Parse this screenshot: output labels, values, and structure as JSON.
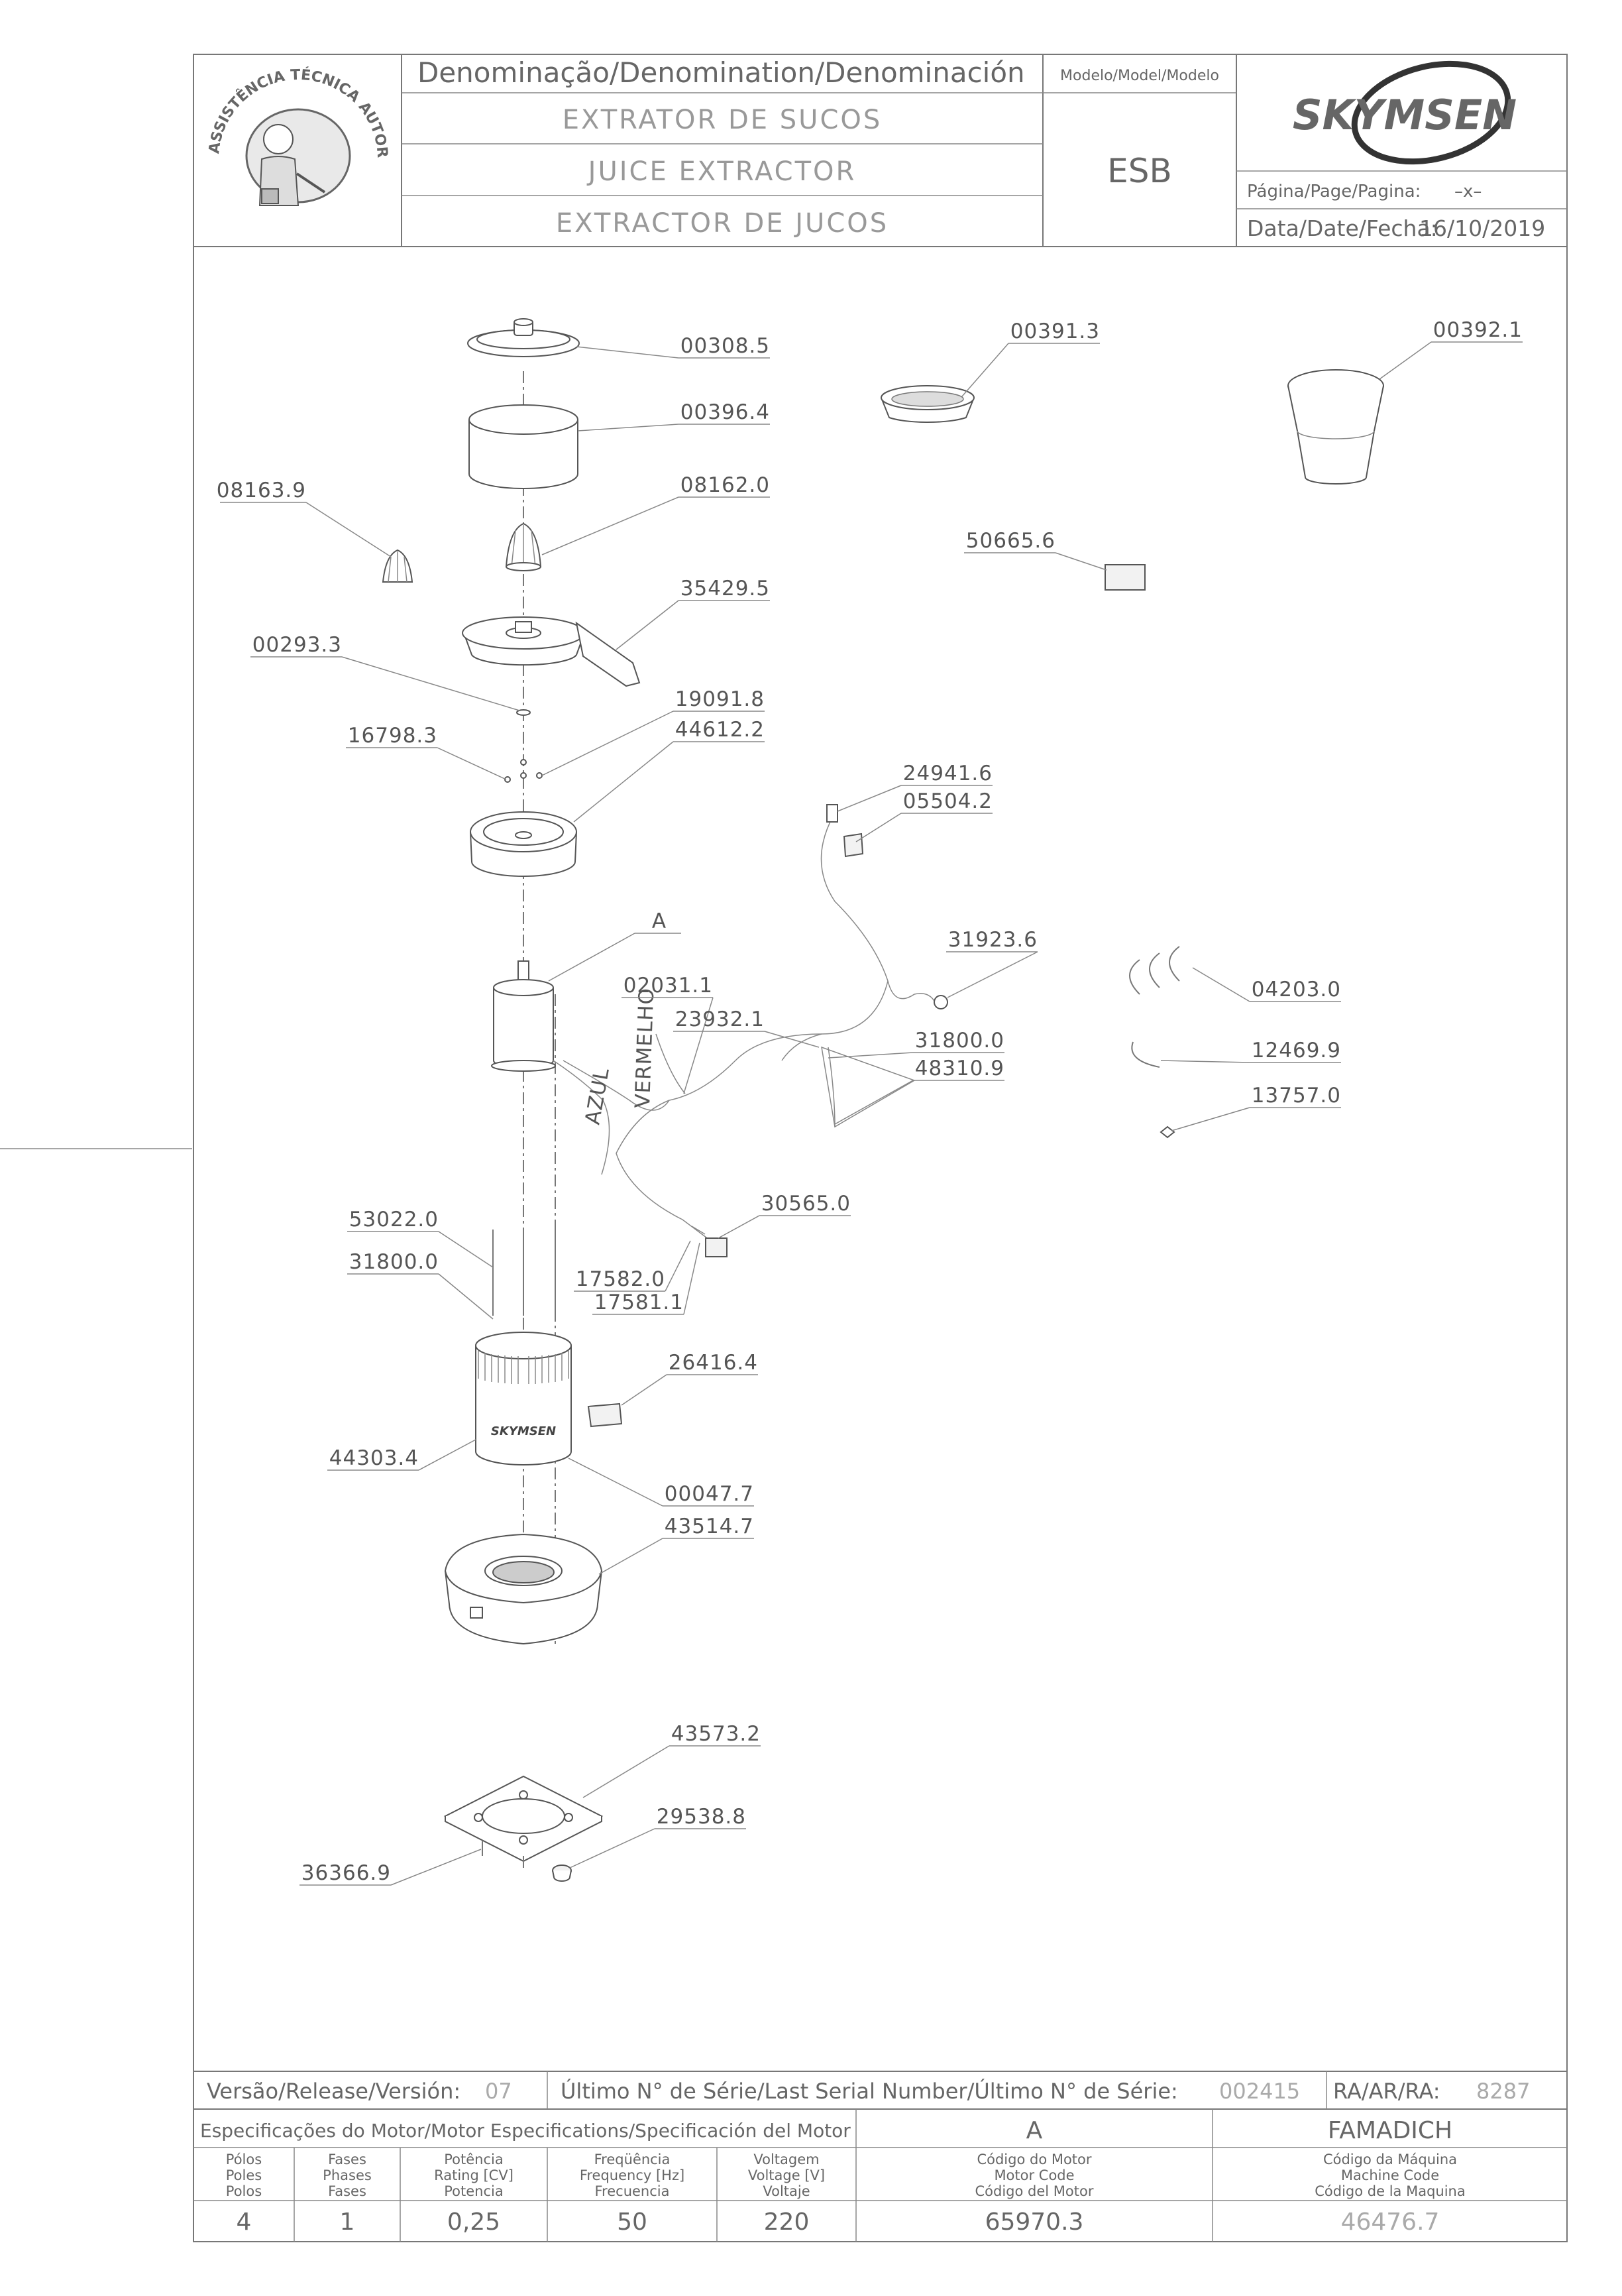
{
  "header": {
    "logo_text": "ASSISTÊNCIA TÉCNICA AUTORIZADA",
    "denomination_label": "Denominação/Denomination/Denominación",
    "names": [
      "EXTRATOR DE SUCOS",
      "JUICE EXTRACTOR",
      "EXTRACTOR DE JUCOS"
    ],
    "model_label": "Modelo/Model/Modelo",
    "model_value": "ESB",
    "brand": "SKYMSEN",
    "page_label": "Página/Page/Pagina:",
    "page_value": "–x–",
    "date_label": "Data/Date/Fecha:",
    "date_value": "16/10/2019"
  },
  "parts": [
    {
      "id": "00308.5"
    },
    {
      "id": "00396.4"
    },
    {
      "id": "08162.0"
    },
    {
      "id": "08163.9"
    },
    {
      "id": "35429.5"
    },
    {
      "id": "00293.3"
    },
    {
      "id": "19091.8"
    },
    {
      "id": "44612.2"
    },
    {
      "id": "16798.3"
    },
    {
      "id": "00391.3"
    },
    {
      "id": "00392.1"
    },
    {
      "id": "50665.6"
    },
    {
      "id": "24941.6"
    },
    {
      "id": "05504.2"
    },
    {
      "id": "31923.6"
    },
    {
      "id": "04203.0"
    },
    {
      "id": "02031.1"
    },
    {
      "id": "23932.1"
    },
    {
      "id": "31800.0"
    },
    {
      "id": "48310.9"
    },
    {
      "id": "12469.9"
    },
    {
      "id": "13757.0"
    },
    {
      "id": "30565.0"
    },
    {
      "id": "53022.0"
    },
    {
      "id": "31800.0"
    },
    {
      "id": "17582.0"
    },
    {
      "id": "17581.1"
    },
    {
      "id": "26416.4"
    },
    {
      "id": "44303.4"
    },
    {
      "id": "00047.7"
    },
    {
      "id": "43514.7"
    },
    {
      "id": "43573.2"
    },
    {
      "id": "29538.8"
    },
    {
      "id": "36366.9"
    }
  ],
  "detail_label": "A",
  "wire_labels": [
    "VERMELHO",
    "AZUL"
  ],
  "footer": {
    "version_label": "Versão/Release/Versión:",
    "version_value": "07",
    "serial_label": "Último N° de Série/Last Serial Number/Último N° de Série:",
    "serial_value": "002415",
    "ra_label": "RA/AR/RA:",
    "ra_value": "8287",
    "motor_spec_label": "Especificações do Motor/Motor Especifications/Specificación del Motor",
    "motor_spec_value": "A",
    "maker": "FAMADICH",
    "columns": [
      {
        "l1": "Pólos",
        "l2": "Poles",
        "l3": "Polos",
        "value": "4"
      },
      {
        "l1": "Fases",
        "l2": "Phases",
        "l3": "Fases",
        "value": "1"
      },
      {
        "l1": "Potência",
        "l2": "Rating [CV]",
        "l3": "Potencia",
        "value": "0,25"
      },
      {
        "l1": "Freqüência",
        "l2": "Frequency [Hz]",
        "l3": "Frecuencia",
        "value": "50"
      },
      {
        "l1": "Voltagem",
        "l2": "Voltage [V]",
        "l3": "Voltaje",
        "value": "220"
      },
      {
        "l1": "Código do Motor",
        "l2": "Motor Code",
        "l3": "Código del Motor",
        "value": "65970.3"
      },
      {
        "l1": "Código da Máquina",
        "l2": "Machine Code",
        "l3": "Código de la Maquina",
        "value": "46476.7"
      }
    ]
  }
}
